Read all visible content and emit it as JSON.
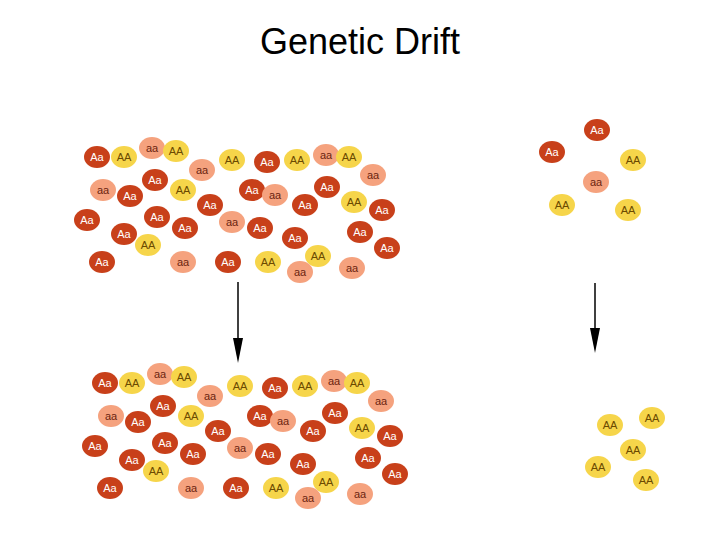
{
  "diagram": {
    "title": "Genetic Drift",
    "nodes": [
      {
        "text": [
          "Aa"
        ]
      },
      {
        "text": [
          "AA"
        ]
      },
      {
        "text": [
          "aa"
        ]
      },
      {
        "text": [
          "AA"
        ]
      },
      {
        "text": [
          "aa"
        ]
      },
      {
        "text": [
          "AA"
        ]
      },
      {
        "text": [
          "Aa"
        ]
      },
      {
        "text": [
          "AA"
        ]
      },
      {
        "text": [
          "aa"
        ]
      },
      {
        "text": [
          "AA"
        ]
      },
      {
        "text": [
          "aa"
        ]
      },
      {
        "text": [
          "aa"
        ]
      },
      {
        "text": [
          "Aa"
        ]
      },
      {
        "text": [
          "Aa"
        ]
      },
      {
        "text": [
          "AA"
        ]
      },
      {
        "text": [
          "Aa"
        ]
      },
      {
        "text": [
          "Aa"
        ]
      },
      {
        "text": [
          "aa"
        ]
      },
      {
        "text": [
          "Aa"
        ]
      },
      {
        "text": [
          "Aa"
        ]
      },
      {
        "text": [
          "AA"
        ]
      },
      {
        "text": [
          "Aa"
        ]
      },
      {
        "text": [
          "Aa"
        ]
      },
      {
        "text": [
          "Aa"
        ]
      },
      {
        "text": [
          "Aa"
        ]
      },
      {
        "text": [
          "Aa"
        ]
      },
      {
        "text": [
          "aa"
        ]
      },
      {
        "text": [
          "Aa"
        ]
      },
      {
        "text": [
          "Aa"
        ]
      },
      {
        "text": [
          "Aa"
        ]
      },
      {
        "text": [
          "AA"
        ]
      },
      {
        "text": [
          "Aa"
        ]
      },
      {
        "text": [
          "Aa"
        ]
      },
      {
        "text": [
          "AA"
        ]
      },
      {
        "text": [
          "aa"
        ]
      },
      {
        "text": [
          "Aa"
        ]
      },
      {
        "text": [
          "AA"
        ]
      },
      {
        "text": [
          "aa"
        ]
      },
      {
        "text": [
          "aa"
        ]
      },
      {
        "text": [
          "Aa"
        ]
      },
      {
        "text": [
          "Aa"
        ]
      },
      {
        "text": [
          "AA"
        ]
      },
      {
        "text": [
          "aa"
        ]
      },
      {
        "text": [
          "AA"
        ]
      },
      {
        "text": [
          "AA"
        ]
      },
      {
        "text": [
          "Aa"
        ]
      },
      {
        "text": [
          "AA"
        ]
      },
      {
        "text": [
          "aa"
        ]
      },
      {
        "text": [
          "AA"
        ]
      },
      {
        "text": [
          "aa"
        ]
      },
      {
        "text": [
          "AA"
        ]
      },
      {
        "text": [
          "Aa"
        ]
      },
      {
        "text": [
          "AA"
        ]
      },
      {
        "text": [
          "aa"
        ]
      },
      {
        "text": [
          "AA"
        ]
      },
      {
        "text": [
          "aa"
        ]
      },
      {
        "text": [
          "aa"
        ]
      },
      {
        "text": [
          "Aa"
        ]
      },
      {
        "text": [
          "Aa"
        ]
      },
      {
        "text": [
          "AA"
        ]
      },
      {
        "text": [
          "Aa"
        ]
      },
      {
        "text": [
          "Aa"
        ]
      },
      {
        "text": [
          "aa"
        ]
      },
      {
        "text": [
          "Aa"
        ]
      },
      {
        "text": [
          "Aa"
        ]
      },
      {
        "text": [
          "AA"
        ]
      },
      {
        "text": [
          "Aa"
        ]
      },
      {
        "text": [
          "Aa"
        ]
      },
      {
        "text": [
          "Aa"
        ]
      },
      {
        "text": [
          "Aa"
        ]
      },
      {
        "text": [
          "Aa"
        ]
      },
      {
        "text": [
          "aa"
        ]
      },
      {
        "text": [
          "Aa"
        ]
      },
      {
        "text": [
          "Aa"
        ]
      },
      {
        "text": [
          "Aa"
        ]
      },
      {
        "text": [
          "AA"
        ]
      },
      {
        "text": [
          "Aa"
        ]
      },
      {
        "text": [
          "Aa"
        ]
      },
      {
        "text": [
          "AA"
        ]
      },
      {
        "text": [
          "aa"
        ]
      },
      {
        "text": [
          "Aa"
        ]
      },
      {
        "text": [
          "AA"
        ]
      },
      {
        "text": [
          "aa"
        ]
      },
      {
        "text": [
          "aa"
        ]
      },
      {
        "text": [
          "AA"
        ]
      },
      {
        "text": [
          "AA"
        ]
      },
      {
        "text": [
          "AA"
        ]
      },
      {
        "text": [
          "AA"
        ]
      },
      {
        "text": [
          "AA"
        ]
      }
    ]
  }
}
